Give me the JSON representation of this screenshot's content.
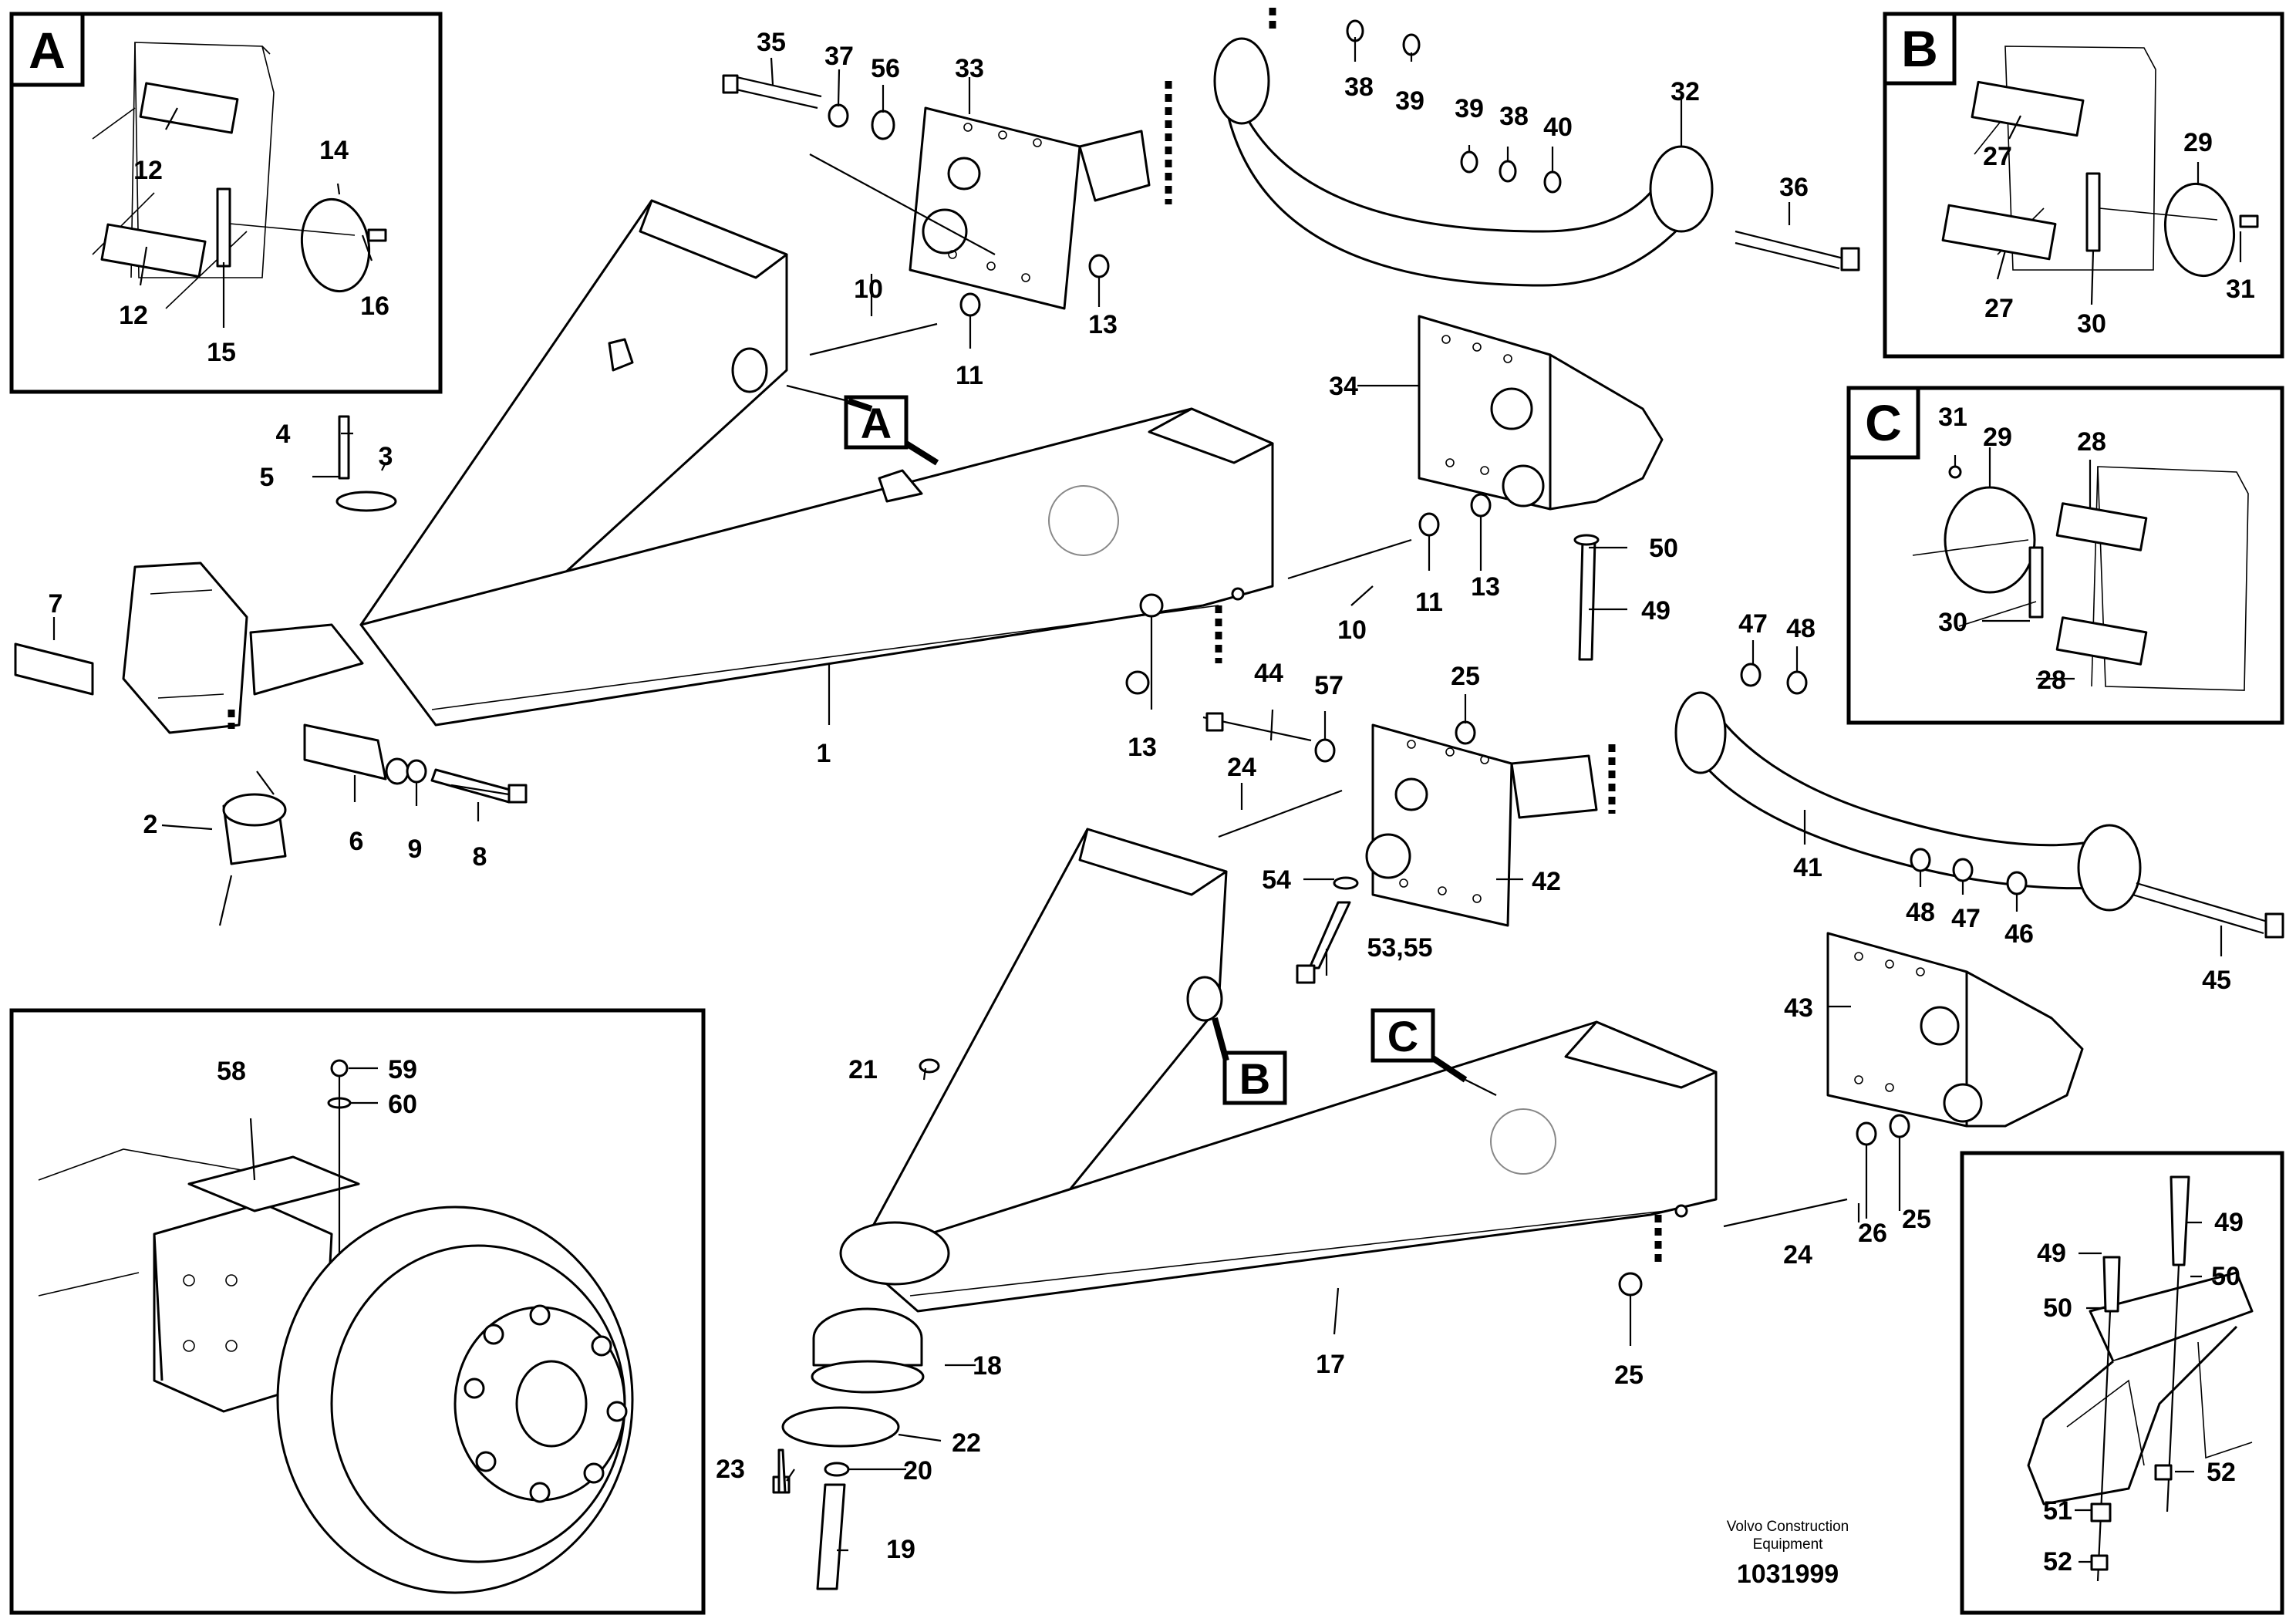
{
  "diagram": {
    "credit_line1": "Volvo Construction",
    "credit_line2": "Equipment",
    "drawing_number": "1031999"
  },
  "detail_boxes": {
    "A": "A",
    "B": "B",
    "C": "C"
  },
  "callouts": {
    "A": "A",
    "B": "B",
    "C": "C"
  },
  "labels": {
    "l35": "35",
    "l37": "37",
    "l56": "56",
    "l33": "33",
    "l38a": "38",
    "l39a": "39",
    "l39b": "39",
    "l38b": "38",
    "l40": "40",
    "l32": "32",
    "l36": "36",
    "l10a": "10",
    "l11a": "11",
    "l13a": "13",
    "l34": "34",
    "l50a": "50",
    "l49a": "49",
    "l10b": "10",
    "l11b": "11",
    "l13b": "13",
    "l4": "4",
    "l5": "5",
    "l3": "3",
    "l7": "7",
    "l1": "1",
    "l13c": "13",
    "l2": "2",
    "l6": "6",
    "l9": "9",
    "l8": "8",
    "l44": "44",
    "l57": "57",
    "l25a": "25",
    "l24a": "24",
    "l54": "54",
    "l5355": "53,55",
    "l42": "42",
    "l47a": "47",
    "l48a": "48",
    "l41": "41",
    "l48b": "48",
    "l47b": "47",
    "l46": "46",
    "l45": "45",
    "l43": "43",
    "l21": "21",
    "l18": "18",
    "l22": "22",
    "l23": "23",
    "l20": "20",
    "l19": "19",
    "l17": "17",
    "l25b": "25",
    "l24b": "24",
    "l26": "26",
    "l25c": "25",
    "bA12a": "12",
    "bA14": "14",
    "bA12b": "12",
    "bA15": "15",
    "bA16": "16",
    "bB27a": "27",
    "bB29": "29",
    "bB27b": "27",
    "bB30": "30",
    "bB31": "31",
    "bC31": "31",
    "bC29": "29",
    "bC28a": "28",
    "bC30": "30",
    "bC28b": "28",
    "bH58": "58",
    "bH59": "59",
    "bH60": "60",
    "bR49a": "49",
    "bR49b": "49",
    "bR50a": "50",
    "bR50b": "50",
    "bR52a": "52",
    "bR51": "51",
    "bR52b": "52"
  },
  "icons": {
    "cube": "cube-icon",
    "bolt": "bolt-icon",
    "washer": "washer-icon"
  }
}
